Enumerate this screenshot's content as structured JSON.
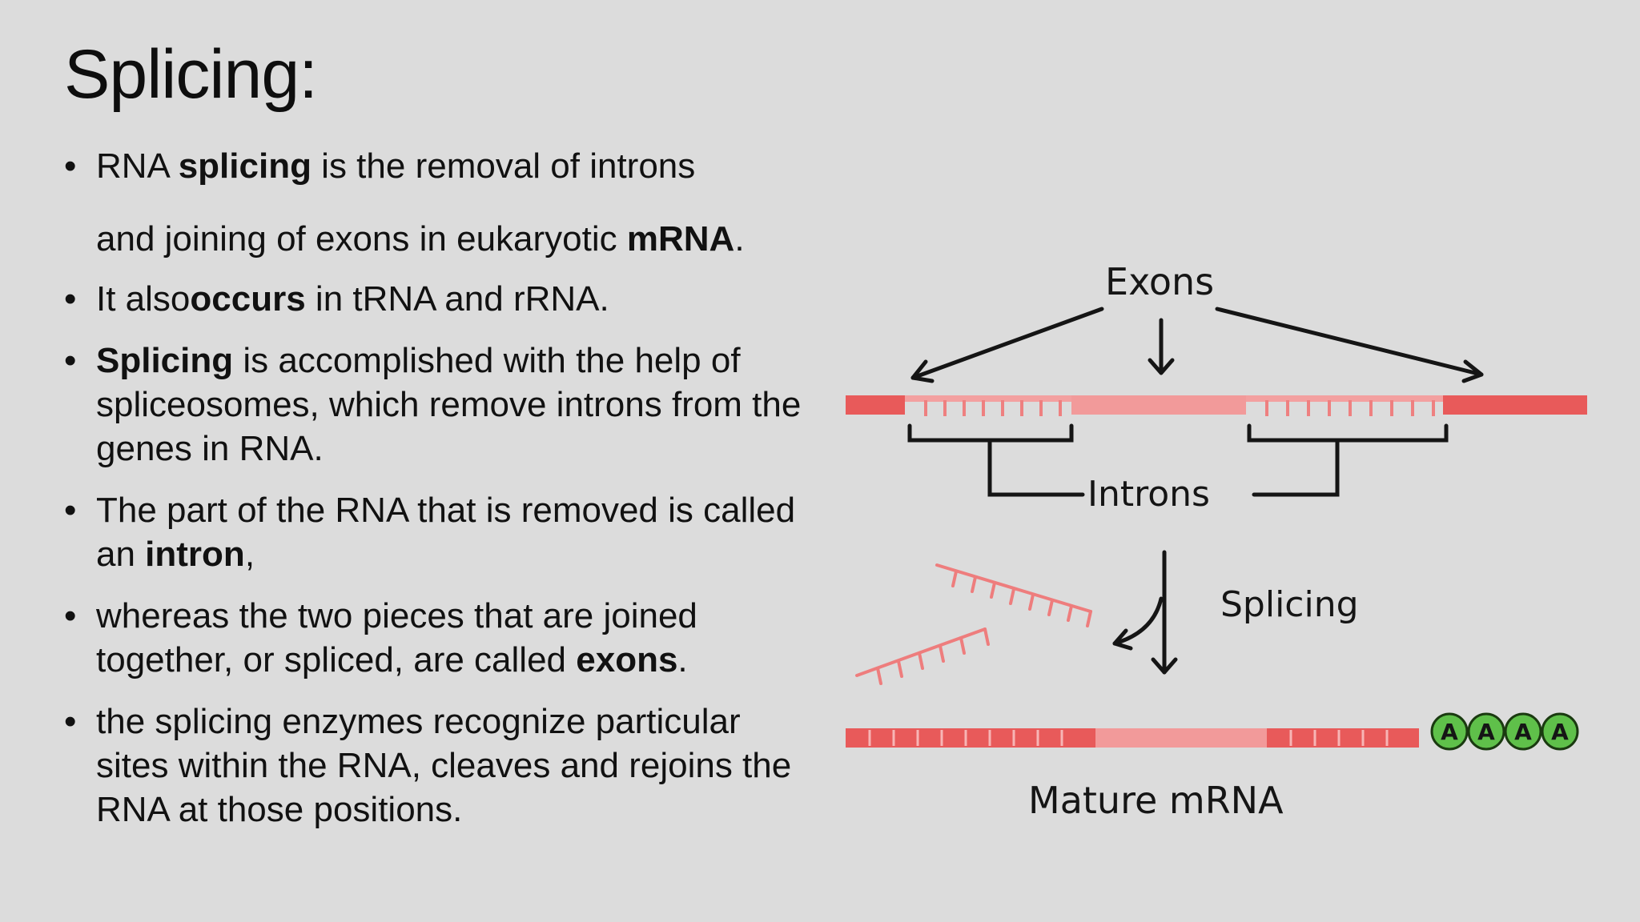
{
  "slide": {
    "title": "Splicing:",
    "bullets": [
      {
        "a": "RNA ",
        "b": "splicing",
        "c": " is the removal of introns",
        "d": "and joining of exons in eukaryotic ",
        "e": "mRNA",
        "f": "."
      },
      {
        "a": " It also",
        "b": "occurs",
        "c": " in tRNA and rRNA."
      },
      {
        "b": "Splicing",
        "c": " is accomplished with the help of spliceosomes, which remove introns from the genes in RNA."
      },
      {
        "a": "The part of the RNA that is removed is called an ",
        "b": "intron",
        "c": ","
      },
      {
        "a": "whereas the two pieces that are joined together, or spliced, are called ",
        "b": "exons",
        "c": "."
      },
      {
        "a": "the splicing enzymes recognize particular sites within the RNA, cleaves and rejoins the RNA at those positions."
      }
    ]
  },
  "diagram": {
    "exons_label": "Exons",
    "introns_label": "Introns",
    "splicing_label": "Splicing",
    "mature_label": "Mature mRNA",
    "polya": [
      "A",
      "A",
      "A",
      "A"
    ],
    "colors": {
      "exon": "#e85a5a",
      "exon_light": "#f29a9a",
      "intron": "#f3a0a0",
      "polya_ring": "#5fc04a"
    }
  }
}
